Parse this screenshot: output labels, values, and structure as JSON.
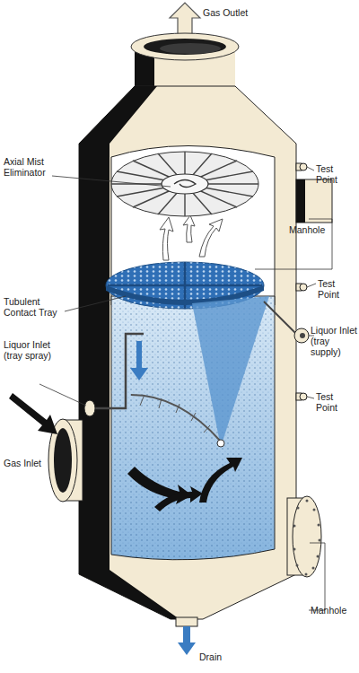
{
  "diagram": {
    "labels": [
      "Gas Outlet",
      "Axial Mist Eliminator",
      "Test Point",
      "Manhole",
      "Test Point",
      "Tubulent Contact Tray",
      "Liquor Inlet (tray spray)",
      "Liquor Inlet (tray supply)",
      "Test Point",
      "Gas Inlet",
      "Manhole",
      "Drain"
    ]
  }
}
